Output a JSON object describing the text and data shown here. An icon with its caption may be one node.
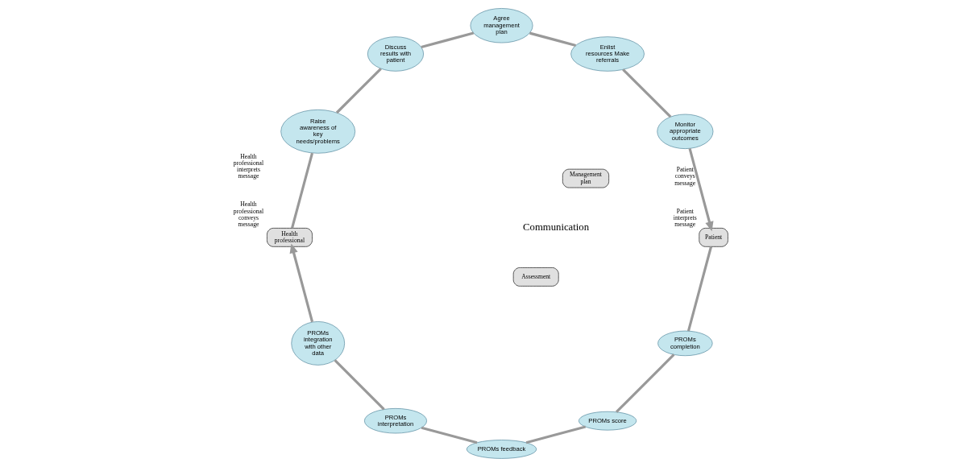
{
  "diagram": {
    "nodes": [
      {
        "text": [
          "Assessment"
        ]
      },
      {
        "text": [
          "PROMs completion"
        ]
      },
      {
        "text": [
          "PROMs score"
        ]
      },
      {
        "text": [
          "PROMs feedback"
        ]
      },
      {
        "text": [
          "PROMs interpretation"
        ]
      },
      {
        "text": [
          "PROMs integration with other data"
        ]
      },
      {
        "text": [
          "Patient"
        ],
        "beside": [
          "Patient conveys message",
          "Patient interprets message"
        ]
      },
      {
        "text": [
          "Health professional"
        ],
        "beside": [
          "Health professional interprets message",
          "Health professional conveys message"
        ]
      },
      {
        "text": [
          "Monitor appropriate outcomes"
        ]
      },
      {
        "text": [
          "Enlist resources Make referrals"
        ]
      },
      {
        "text": [
          "Agree management plan"
        ]
      },
      {
        "text": [
          "Discuss results with patient"
        ]
      },
      {
        "text": [
          "Raise awareness of key needs/problems"
        ]
      },
      {
        "text": [
          "Management plan"
        ]
      }
    ],
    "edges": [
      {
        "from": 6,
        "to": 1,
        "arrow": "none"
      },
      {
        "from": 1,
        "to": 2,
        "arrow": "none"
      },
      {
        "from": 2,
        "to": 3,
        "arrow": "none"
      },
      {
        "from": 3,
        "to": 4,
        "arrow": "none"
      },
      {
        "from": 4,
        "to": 5,
        "arrow": "none"
      },
      {
        "from": 5,
        "to": 7,
        "arrow": "to"
      },
      {
        "from": 7,
        "to": 12,
        "arrow": "none"
      },
      {
        "from": 12,
        "to": 11,
        "arrow": "none"
      },
      {
        "from": 11,
        "to": 10,
        "arrow": "none"
      },
      {
        "from": 10,
        "to": 9,
        "arrow": "none"
      },
      {
        "from": 9,
        "to": 8,
        "arrow": "none"
      },
      {
        "from": 8,
        "to": 6,
        "arrow": "to"
      }
    ],
    "labels": [
      "Communication"
    ]
  }
}
